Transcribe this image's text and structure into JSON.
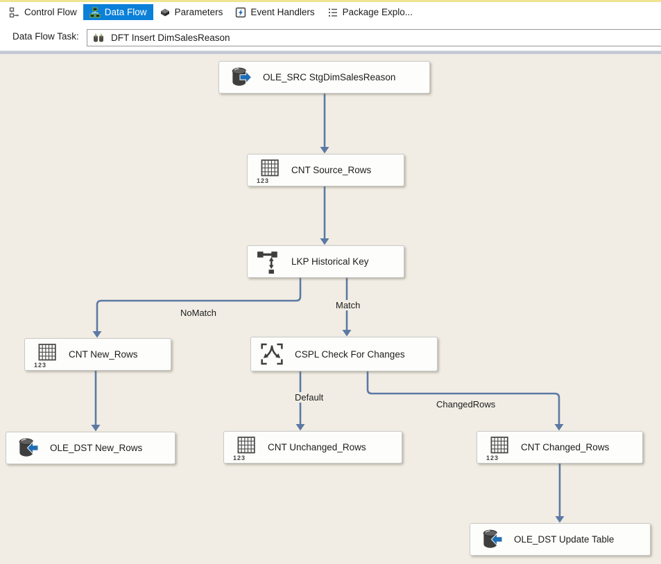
{
  "tabs": [
    {
      "label": "Control Flow",
      "icon": "control-flow-icon",
      "selected": false
    },
    {
      "label": "Data Flow",
      "icon": "data-flow-icon",
      "selected": true
    },
    {
      "label": "Parameters",
      "icon": "parameters-icon",
      "selected": false
    },
    {
      "label": "Event Handlers",
      "icon": "event-handlers-icon",
      "selected": false
    },
    {
      "label": "Package Explo...",
      "icon": "package-explorer-icon",
      "selected": false
    }
  ],
  "task_bar": {
    "label": "Data Flow Task:",
    "value": "DFT Insert DimSalesReason",
    "icon": "data-flow-task-icon"
  },
  "canvas": {
    "background_color": "#f1ede4",
    "connector_color": "#5c79a4",
    "selected_tab_color": "#0b80d8",
    "row_count_badge": "123",
    "nodes": [
      {
        "id": "src",
        "type": "ole-db-source",
        "icon": "ole-db-source-icon",
        "label": "OLE_SRC StgDimSalesReason"
      },
      {
        "id": "cnt_source",
        "type": "row-count",
        "icon": "row-count-icon",
        "label": "CNT Source_Rows"
      },
      {
        "id": "lkp",
        "type": "lookup",
        "icon": "lookup-icon",
        "label": "LKP Historical Key"
      },
      {
        "id": "cnt_new",
        "type": "row-count",
        "icon": "row-count-icon",
        "label": "CNT New_Rows"
      },
      {
        "id": "cspl",
        "type": "conditional-split",
        "icon": "conditional-split-icon",
        "label": "CSPL Check For Changes"
      },
      {
        "id": "ole_dst_new",
        "type": "ole-db-destination",
        "icon": "ole-db-destination-icon",
        "label": "OLE_DST New_Rows"
      },
      {
        "id": "cnt_unchanged",
        "type": "row-count",
        "icon": "row-count-icon",
        "label": "CNT Unchanged_Rows"
      },
      {
        "id": "cnt_changed",
        "type": "row-count",
        "icon": "row-count-icon",
        "label": "CNT Changed_Rows"
      },
      {
        "id": "ole_dst_update",
        "type": "ole-db-destination",
        "icon": "ole-db-destination-icon",
        "label": "OLE_DST Update Table"
      }
    ],
    "edge_labels": {
      "nomatch": "NoMatch",
      "match": "Match",
      "default": "Default",
      "changedrows": "ChangedRows"
    }
  }
}
